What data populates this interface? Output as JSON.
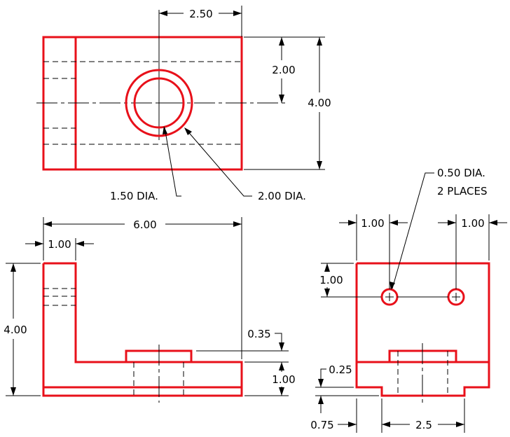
{
  "dims": {
    "top_2_50": "2.50",
    "top_2_00": "2.00",
    "top_4_00": "4.00",
    "hole_1_50": "1.50  DIA.",
    "hole_2_00": "2.00  DIA.",
    "front_6_00": "6.00",
    "front_1_00_w": "1.00",
    "front_4_00": "4.00",
    "front_0_35": "0.35",
    "front_1_00_h": "1.00",
    "side_note_line1": "0.50  DIA.",
    "side_note_line2": "2  PLACES",
    "side_1_00_left": "1.00",
    "side_1_00_right": "1.00",
    "side_1_00_vert": "1.00",
    "side_0_25": "0.25",
    "side_0_75": "0.75",
    "side_2_5": "2.5"
  },
  "colors": {
    "object_line": "#e8101a",
    "dimension_line": "#000000",
    "background": "#ffffff"
  }
}
